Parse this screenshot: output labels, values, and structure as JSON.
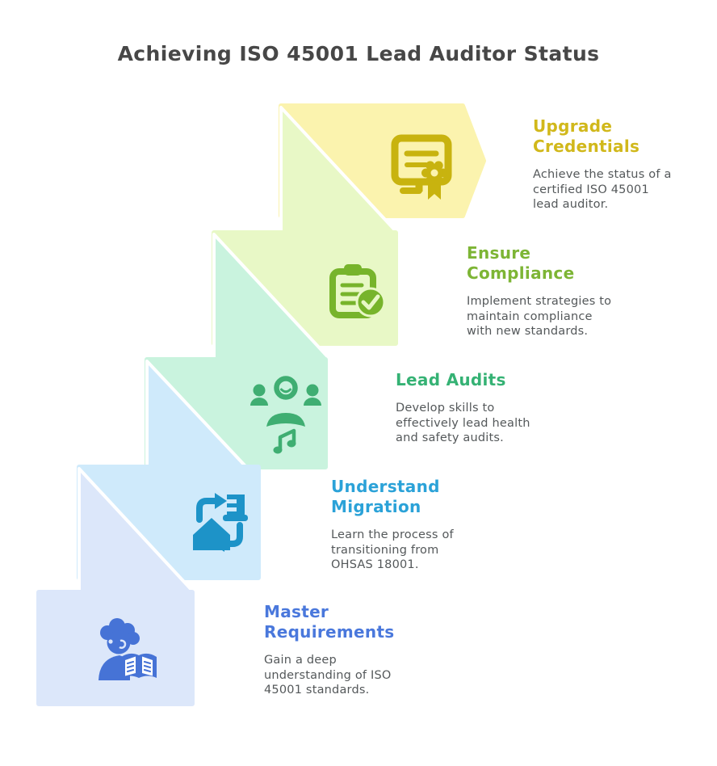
{
  "page": {
    "background_color": "#ffffff"
  },
  "title": {
    "text": "Achieving ISO 45001 Lead Auditor Status",
    "color": "#474747"
  },
  "text_color": "#54585a",
  "steps": [
    {
      "title": "Upgrade\nCredentials",
      "description": "Achieve the status of a\ncertified ISO 45001\nlead auditor.",
      "icon": "certificate-icon",
      "colors": {
        "shape": "#fbf3ae",
        "icon": "#c8b30f",
        "title": "#d1b81b"
      }
    },
    {
      "title": "Ensure\nCompliance",
      "description": "Implement strategies to\nmaintain compliance\nwith new standards.",
      "icon": "clipboard-check-icon",
      "colors": {
        "shape": "#e8f8c6",
        "icon": "#77b42b",
        "title": "#7db535"
      }
    },
    {
      "title": "Lead Audits",
      "description": "Develop skills to\neffectively lead health\nand safety audits.",
      "icon": "people-group-icon",
      "colors": {
        "shape": "#c9f3de",
        "icon": "#3fae72",
        "title": "#35b274"
      }
    },
    {
      "title": "Understand\nMigration",
      "description": "Learn the process of\ntransitioning from\nOHSAS 18001.",
      "icon": "migration-icon",
      "colors": {
        "shape": "#cfeafb",
        "icon": "#1d93c8",
        "title": "#2ba2d8"
      }
    },
    {
      "title": "Master\nRequirements",
      "description": "Gain a deep\nunderstanding of ISO\n45001 standards.",
      "icon": "reading-person-icon",
      "colors": {
        "shape": "#dce7fa",
        "icon": "#4673d6",
        "title": "#4a78dc"
      }
    }
  ]
}
